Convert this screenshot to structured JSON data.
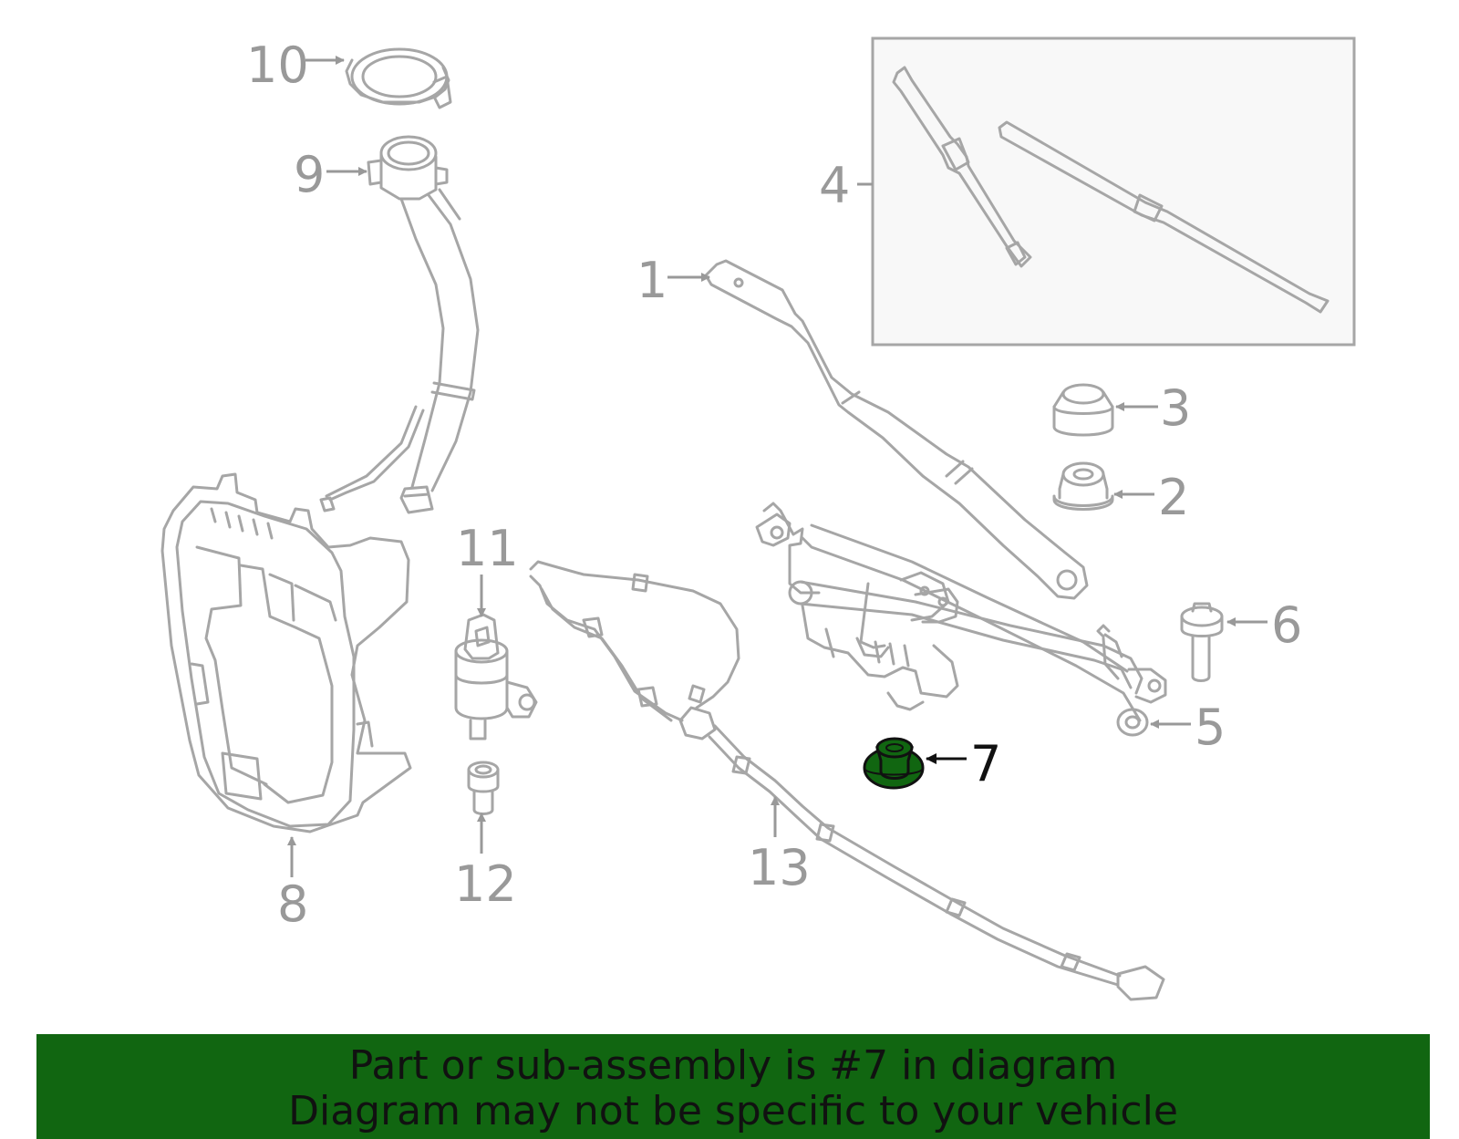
{
  "diagram": {
    "highlight_color": "#116611",
    "line_color": "#a6a6a6",
    "callouts": [
      {
        "id": "1",
        "label": "1"
      },
      {
        "id": "2",
        "label": "2"
      },
      {
        "id": "3",
        "label": "3"
      },
      {
        "id": "4",
        "label": "4"
      },
      {
        "id": "5",
        "label": "5"
      },
      {
        "id": "6",
        "label": "6"
      },
      {
        "id": "7",
        "label": "7",
        "highlighted": true
      },
      {
        "id": "8",
        "label": "8"
      },
      {
        "id": "9",
        "label": "9"
      },
      {
        "id": "10",
        "label": "10"
      },
      {
        "id": "11",
        "label": "11"
      },
      {
        "id": "12",
        "label": "12"
      },
      {
        "id": "13",
        "label": "13"
      }
    ]
  },
  "banner": {
    "line1": "Part or sub-assembly is #7 in diagram",
    "line2": "Diagram may not be specific to your vehicle",
    "background_color": "#116611"
  }
}
